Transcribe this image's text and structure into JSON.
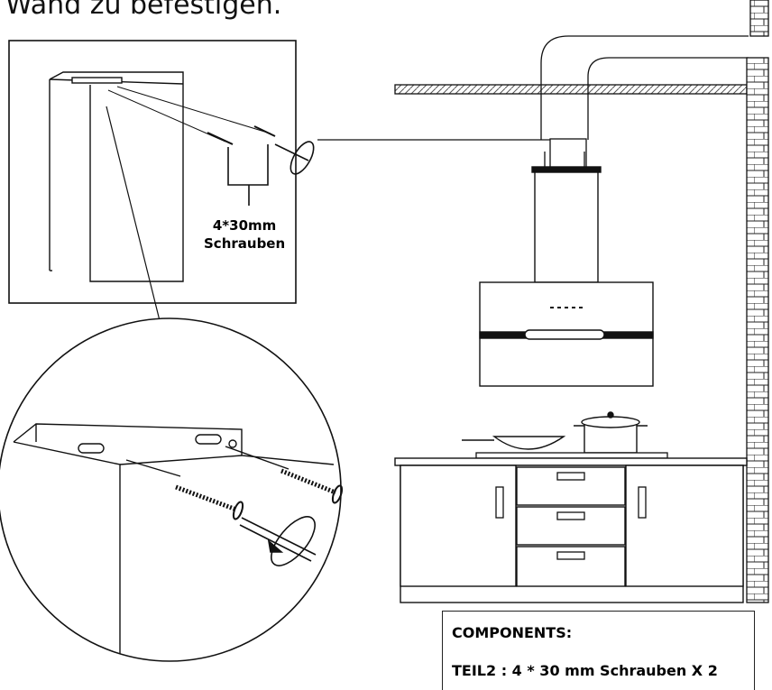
{
  "header": {
    "text": "Wand zu befestigen."
  },
  "callout": {
    "line1": "4*30mm",
    "line2": "Schrauben"
  },
  "components": {
    "title": "COMPONENTS:",
    "item": "TEIL2 : 4 * 30 mm Schrauben X 2"
  },
  "colors": {
    "line": "#111111",
    "hatch": "#555555",
    "background": "#ffffff"
  }
}
